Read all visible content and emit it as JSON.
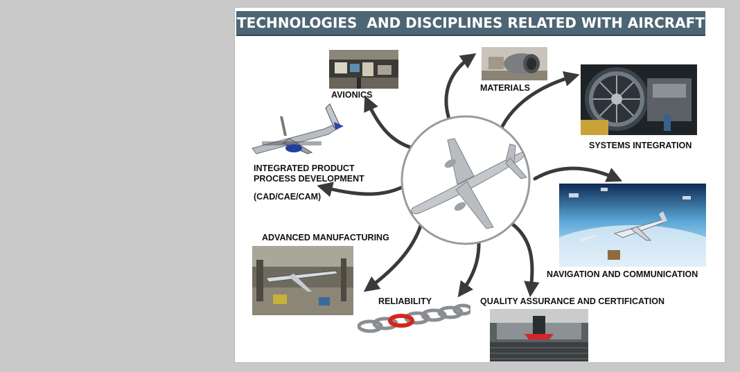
{
  "title": "TECHNOLOGIES  AND DISCIPLINES RELATED WITH AIRCRAFT",
  "labels": {
    "avionics": "AVIONICS",
    "materials": "MATERIALS",
    "systems_integration": "SYSTEMS INTEGRATION",
    "integrated_line1": "INTEGRATED PRODUCT",
    "integrated_line2": "PROCESS DEVELOPMENT",
    "integrated_line3": "(CAD/CAE/CAM)",
    "advanced_manufacturing": "ADVANCED MANUFACTURING",
    "navigation": "NAVIGATION AND COMMUNICATION",
    "reliability": "RELIABILITY",
    "quality": "QUALITY ASSURANCE AND CERTIFICATION"
  },
  "colors": {
    "title_bg": "#4d6675",
    "arrow": "#3a3a3a",
    "page_bg": "#c9c9c9"
  },
  "icons": {
    "center": "airplane-icon"
  }
}
